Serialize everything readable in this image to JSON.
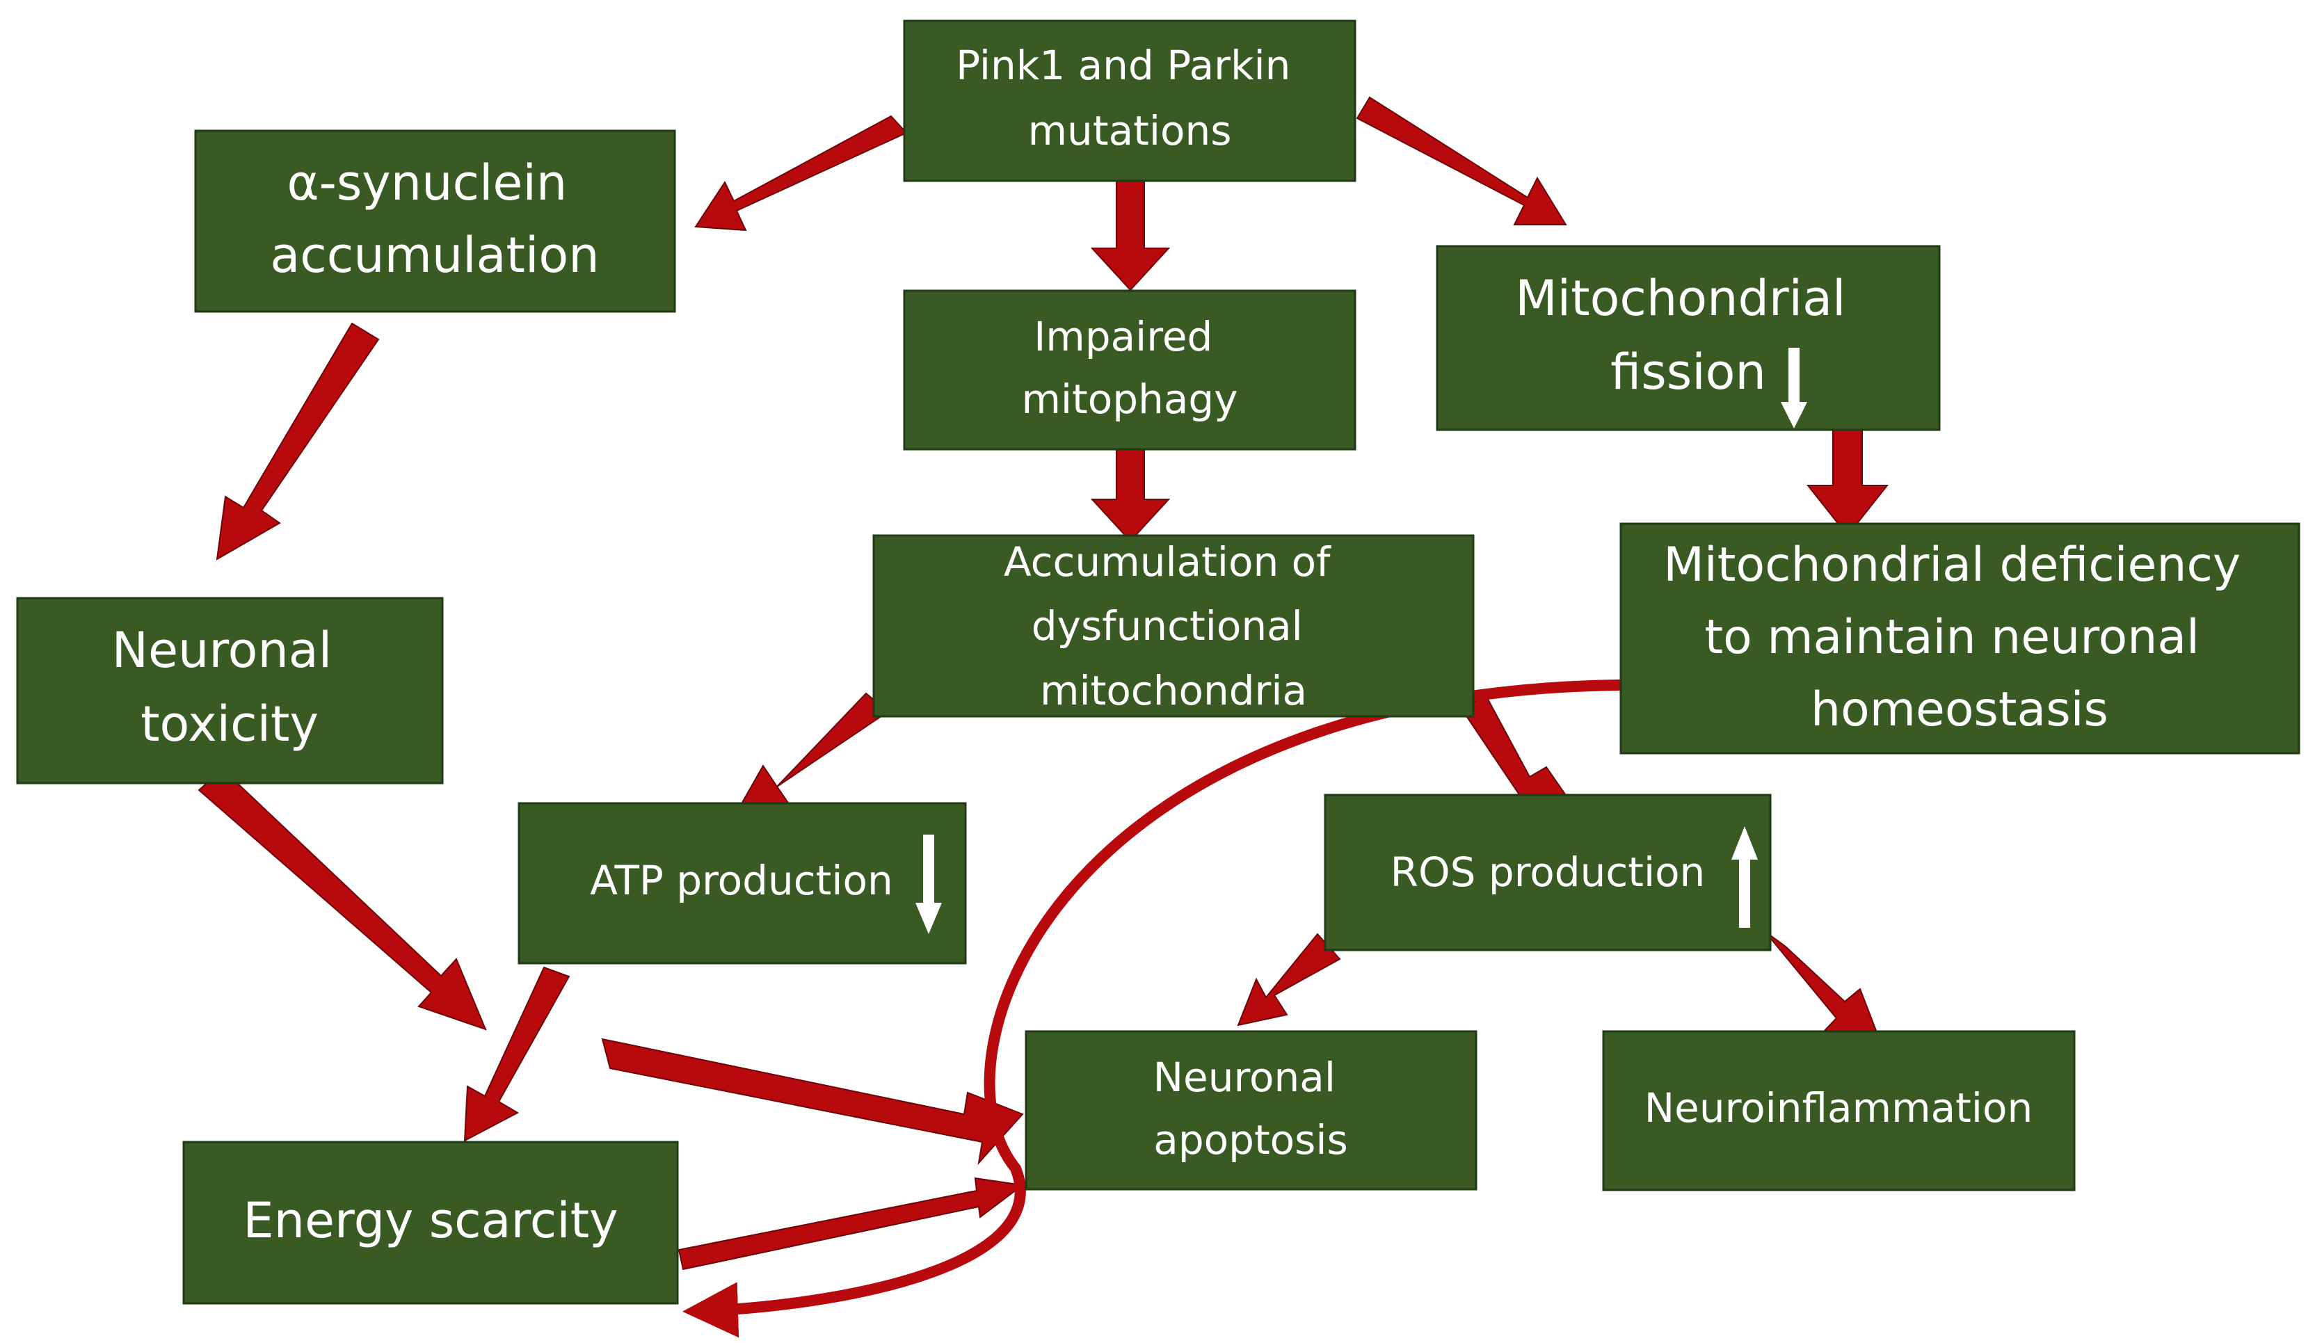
{
  "nodes": {
    "pink1": [
      "Pink1 and Parkin",
      "mutations"
    ],
    "synuclein": [
      "α-synuclein",
      "accumulation"
    ],
    "impaired": [
      "Impaired",
      "mitophagy"
    ],
    "fission": [
      "Mitochondrial",
      "fission"
    ],
    "accumulation": [
      "Accumulation of",
      "dysfunctional",
      "mitochondria"
    ],
    "deficiency": [
      "Mitochondrial deficiency",
      "to maintain neuronal",
      "homeostasis"
    ],
    "toxicity": [
      "Neuronal",
      "toxicity"
    ],
    "atp": [
      "ATP production"
    ],
    "ros": [
      "ROS production"
    ],
    "apoptosis": [
      "Neuronal",
      "apoptosis"
    ],
    "inflammation": [
      "Neuroinflammation"
    ],
    "energy": [
      "Energy scarcity"
    ]
  },
  "indicators": {
    "fission": "down",
    "atp": "down",
    "ros": "up"
  },
  "colors": {
    "box_fill": "#3a5a23",
    "arrow_red": "#b8090d",
    "text": "#ffffff"
  }
}
